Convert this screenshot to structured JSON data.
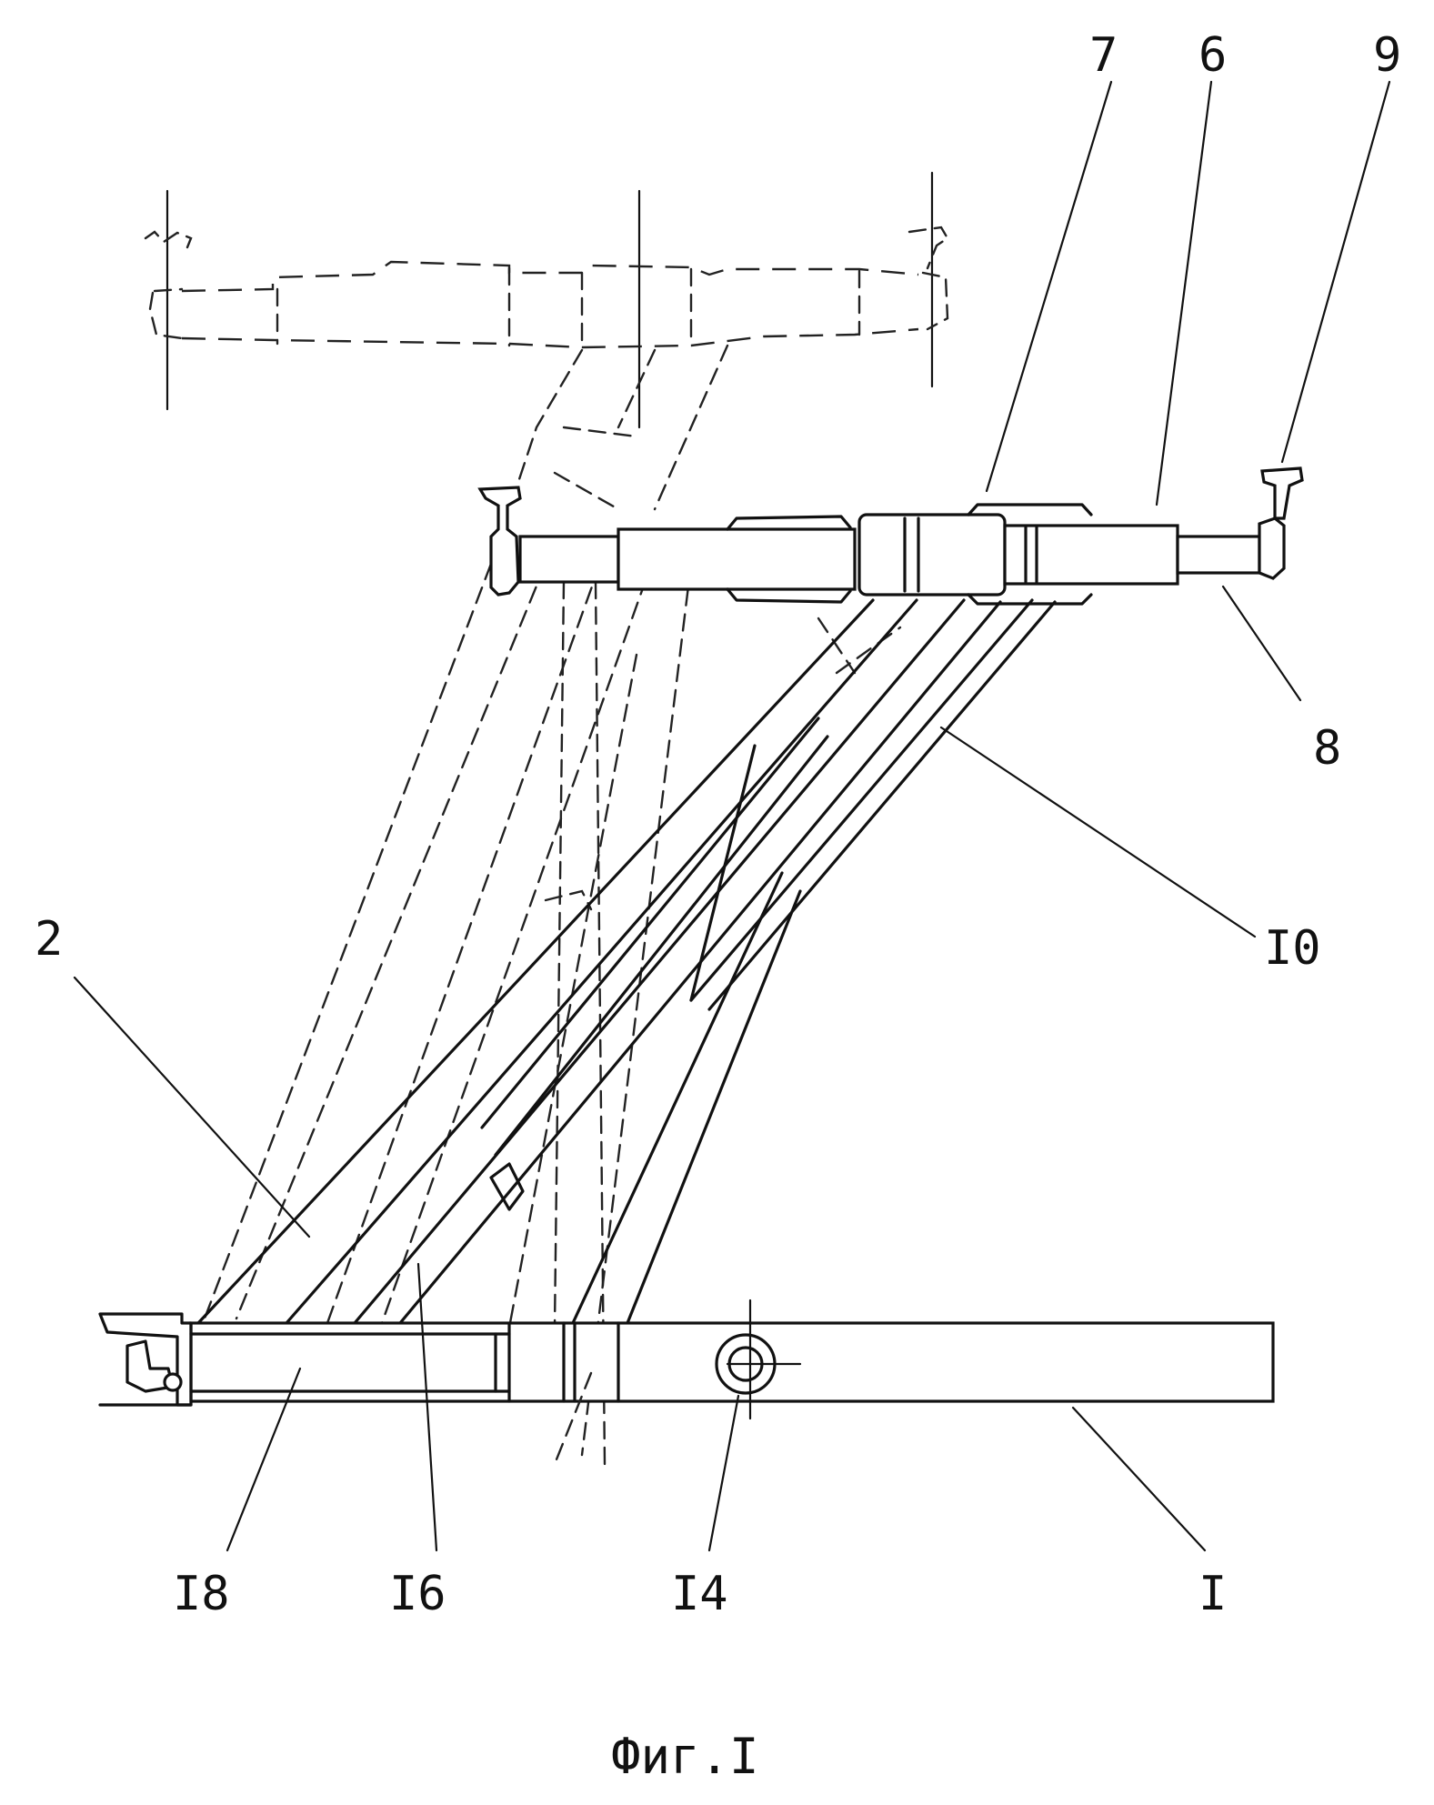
{
  "labels": {
    "l7": "7",
    "l6": "6",
    "l9": "9",
    "l8": "8",
    "l10": "I0",
    "l2": "2",
    "l18": "I8",
    "l16": "I6",
    "l14": "I4",
    "l1": "I"
  },
  "caption": "Фиг.I"
}
